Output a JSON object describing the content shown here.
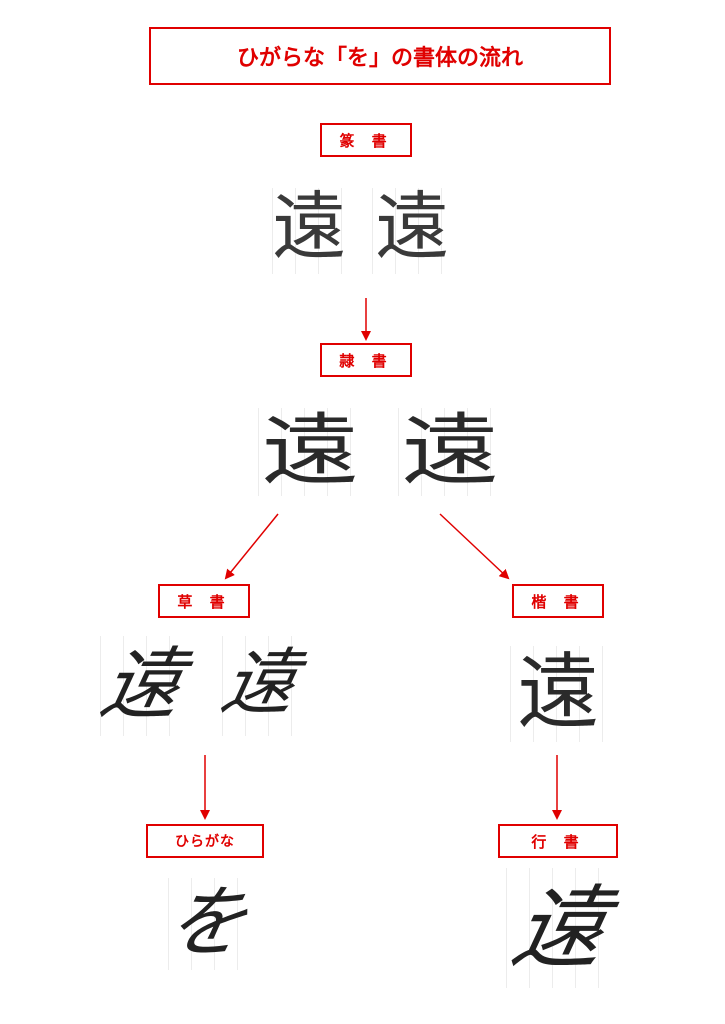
{
  "title": "ひがらな「を」の書体の流れ",
  "labels": {
    "tensho": "篆 書",
    "reisho": "隷 書",
    "sosho": "草 書",
    "kaisho": "楷 書",
    "hiragana": "ひらがな",
    "gyosho": "行 書"
  },
  "glyphs": {
    "tensho": [
      "遠",
      "遠"
    ],
    "reisho": [
      "遠",
      "遠"
    ],
    "sosho": [
      "遠",
      "遠"
    ],
    "kaisho": [
      "遠"
    ],
    "hiragana": [
      "を"
    ],
    "gyosho": [
      "遠"
    ]
  },
  "colors": {
    "accent": "#e00000",
    "ink": "#222222"
  }
}
